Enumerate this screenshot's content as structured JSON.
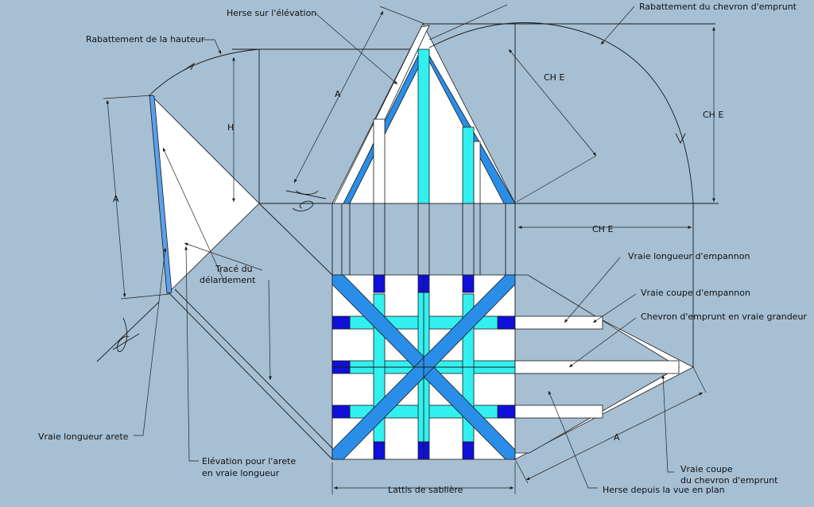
{
  "labels": {
    "herse_elevation": "Herse sur l'élévation",
    "rabattement_chevron": "Rabattement du chevron d'emprunt",
    "rabattement_hauteur": "Rabattement de la hauteur",
    "ch_e_top": "CH E",
    "ch_e_right": "CH E",
    "ch_e_mid": "CH E",
    "a_top": "A",
    "h_label": "H",
    "a_left": "A",
    "a_bottom": "A",
    "trace_1": "Tracé du",
    "trace_2": "délardement",
    "vraie_longueur_empannon": "Vraie longueur d'empannon",
    "vraie_coupe_empannon": "Vraie coupe d'empannon",
    "chevron_vraie_grandeur": "Chevron d'emprunt en vraie grandeur",
    "vraie_longueur_arete": "Vraie longueur arete",
    "elevation_arete_1": "Elévation pour l'arete",
    "elevation_arete_2": "en vraie longueur",
    "vraie_coupe_chevron_1": "Vraie coupe",
    "vraie_coupe_chevron_2": "du chevron d'emprunt",
    "lattis": "Lattis de sablière",
    "herse_plan": "Herse depuis la vue en plan"
  },
  "colors": {
    "background": "#a6bfd3",
    "cyan": "#33f0f0",
    "blue": "#2a8ee8",
    "navy": "#1010d8",
    "white": "#ffffff",
    "light_blue": "#5aa0ee"
  }
}
